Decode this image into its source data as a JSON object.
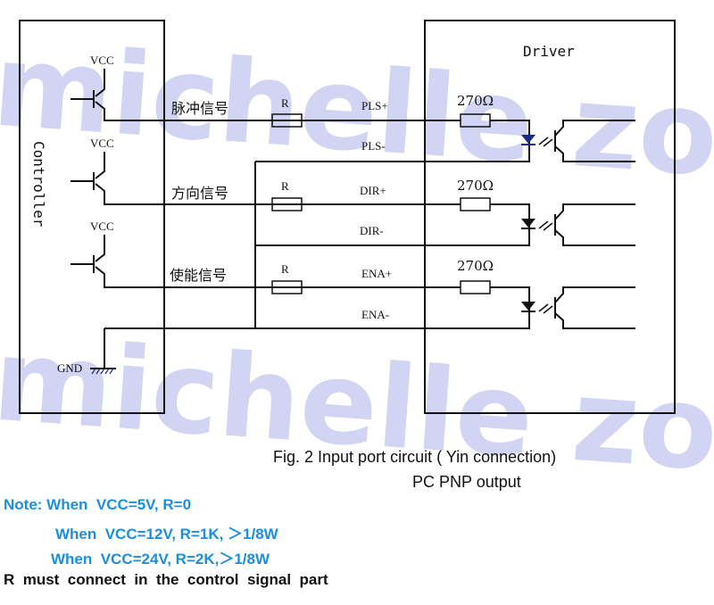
{
  "watermark": {
    "text_top": "michelle zong",
    "text_bottom": "michelle zong",
    "color": "#c9cdf0"
  },
  "controller": {
    "label": "Controller",
    "vcc_labels": [
      "VCC",
      "VCC",
      "VCC"
    ],
    "gnd_label": "GND"
  },
  "signals": [
    {
      "cn_label": "脉冲信号",
      "resistor": "R",
      "plus": "PLS+",
      "minus": "PLS-",
      "driver_resistor": "270Ω"
    },
    {
      "cn_label": "方向信号",
      "resistor": "R",
      "plus": "DIR+",
      "minus": "DIR-",
      "driver_resistor": "270Ω"
    },
    {
      "cn_label": "使能信号",
      "resistor": "R",
      "plus": "ENA+",
      "minus": "ENA-",
      "driver_resistor": "270Ω"
    }
  ],
  "driver": {
    "label": "Driver"
  },
  "caption": {
    "line1": "Fig. 2  Input port circuit ( Yin connection)",
    "line2": "PC PNP output"
  },
  "notes": {
    "line1": "Note: When  VCC=5V, R=0",
    "line2": "When  VCC=12V, R=1K, ＞1/8W",
    "line3": "When  VCC=24V, R=2K,＞1/8W",
    "line4": "R  must  connect  in  the  control  signal  part",
    "accent_color": "#1a8fe0"
  }
}
